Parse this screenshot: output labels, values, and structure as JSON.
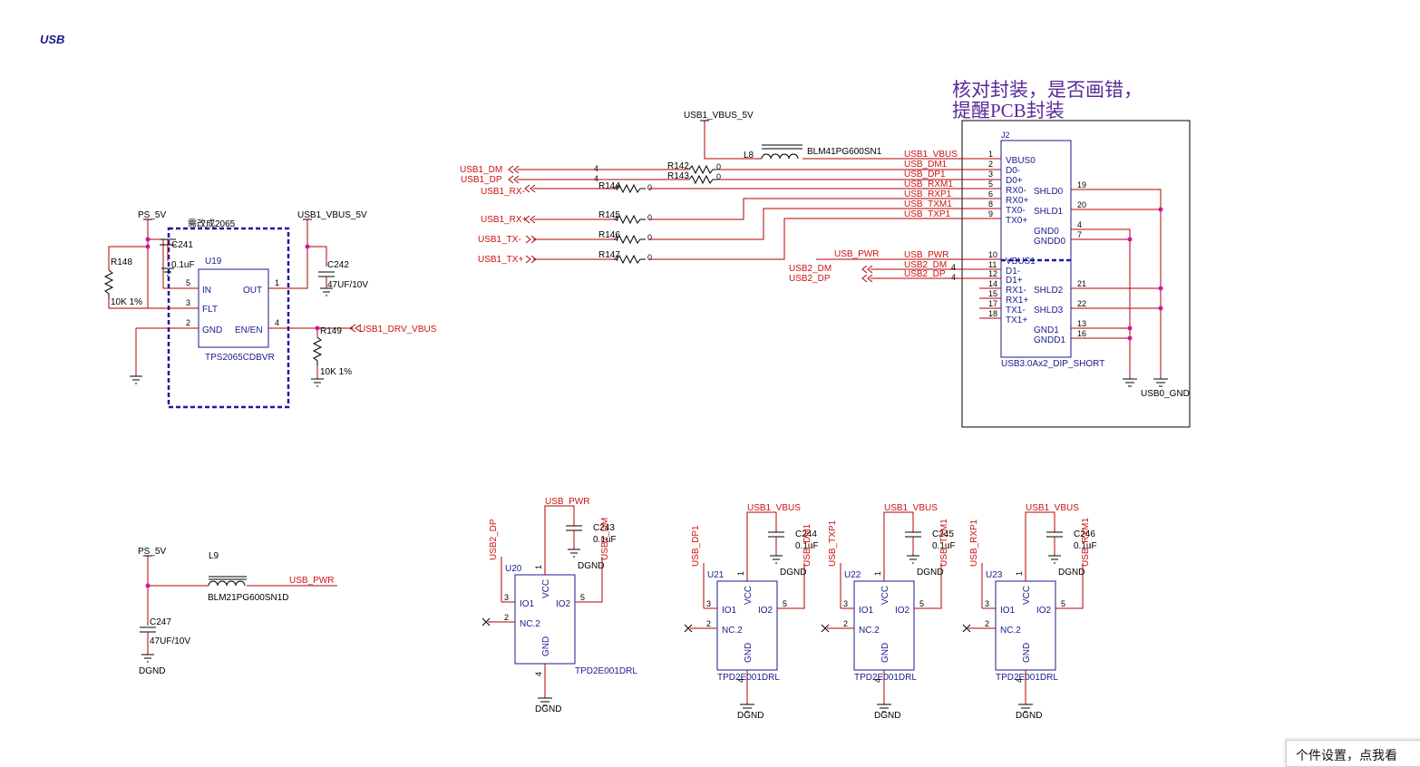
{
  "sheet": {
    "title": "USB"
  },
  "note": {
    "line1": "核对封装，是否画错，",
    "line2": "提醒PCB封装"
  },
  "tooltip": {
    "text": "个件设置，点我看"
  },
  "power_switch": {
    "ref": "U19",
    "part": "TPS2065CDBVR",
    "comment": "需改成2065",
    "pins": {
      "in_num": "5",
      "in": "IN",
      "flt_num": "3",
      "flt": "FLT",
      "gnd_num": "2",
      "gnd": "GND",
      "out_num": "1",
      "out": "OUT",
      "en_num": "4",
      "en": "EN/EN"
    },
    "net_ps5v": "PS_5V",
    "net_vbus": "USB1_VBUS_5V",
    "net_drv": "USB1_DRV_VBUS",
    "c241_ref": "C241",
    "c241_val": "0.1uF",
    "c242_ref": "C242",
    "c242_val": "47UF/10V",
    "r148_ref": "R148",
    "r148_val": "10K 1%",
    "r149_ref": "R149",
    "r149_val": "10K 1%"
  },
  "filter": {
    "net_ps5v": "PS_5V",
    "l9_ref": "L9",
    "l9_part": "BLM21PG600SN1D",
    "net_usb_pwr": "USB_PWR",
    "c247_ref": "C247",
    "c247_val": "47UF/10V",
    "gnd": "DGND"
  },
  "connector": {
    "ref": "J2",
    "part": "USB3.0Ax2_DIP_SHORT",
    "vbus_net": "USB1_VBUS_5V",
    "l8_ref": "L8",
    "l8_part": "BLM41PG600SN1",
    "gnd_net": "USB0_GND",
    "usb_pwr": "USB_PWR",
    "left_pins": [
      {
        "num": "1",
        "label": "VBUS0",
        "net": "USB1_VBUS"
      },
      {
        "num": "2",
        "label": "D0-",
        "net": "USB_DM1"
      },
      {
        "num": "3",
        "label": "D0+",
        "net": "USB_DP1"
      },
      {
        "num": "5",
        "label": "RX0-",
        "net": "USB_RXM1"
      },
      {
        "num": "6",
        "label": "RX0+",
        "net": "USB_RXP1"
      },
      {
        "num": "8",
        "label": "TX0-",
        "net": "USB_TXM1"
      },
      {
        "num": "9",
        "label": "TX0+",
        "net": "USB_TXP1"
      },
      {
        "num": "10",
        "label": "VBUS1",
        "net": "USB_PWR"
      },
      {
        "num": "11",
        "label": "D1-",
        "net": "USB2_DM"
      },
      {
        "num": "12",
        "label": "D1+",
        "net": "USB2_DP"
      },
      {
        "num": "14",
        "label": "RX1-",
        "net": ""
      },
      {
        "num": "15",
        "label": "RX1+",
        "net": ""
      },
      {
        "num": "17",
        "label": "TX1-",
        "net": ""
      },
      {
        "num": "18",
        "label": "TX1+",
        "net": ""
      }
    ],
    "right_pins": [
      {
        "num": "19",
        "label": "SHLD0"
      },
      {
        "num": "20",
        "label": "SHLD1"
      },
      {
        "num": "4",
        "label": "GND0"
      },
      {
        "num": "7",
        "label": "GNDD0"
      },
      {
        "num": "21",
        "label": "SHLD2"
      },
      {
        "num": "22",
        "label": "SHLD3"
      },
      {
        "num": "13",
        "label": "GND1"
      },
      {
        "num": "16",
        "label": "GNDD1"
      }
    ]
  },
  "ports": {
    "usb1_dm": "USB1_DM",
    "usb1_dp": "USB1_DP",
    "usb1_rxm": "USB1_RX-",
    "usb1_rxp": "USB1_RX+",
    "usb1_txm": "USB1_TX-",
    "usb1_txp": "USB1_TX+",
    "usb2_dm": "USB2_DM",
    "usb2_dp": "USB2_DP",
    "pin4": "4",
    "zero": "0"
  },
  "resistors": [
    "R142",
    "R143",
    "R144",
    "R145",
    "R146",
    "R147"
  ],
  "esd": [
    {
      "ref": "U20",
      "part": "TPD2E001DRL",
      "supply": "USB_PWR",
      "cap_ref": "C243",
      "cap_val": "0.1uF",
      "net_io1": "USB2_DP",
      "net_io2": "USB2_DM"
    },
    {
      "ref": "U21",
      "part": "TPD2E001DRL",
      "supply": "USB1_VBUS",
      "cap_ref": "C244",
      "cap_val": "0.1uF",
      "net_io1": "USB_DP1",
      "net_io2": "USB_DM1"
    },
    {
      "ref": "U22",
      "part": "TPD2E001DRL",
      "supply": "USB1_VBUS",
      "cap_ref": "C245",
      "cap_val": "0.1uF",
      "net_io1": "USB_TXP1",
      "net_io2": "USB_TXM1"
    },
    {
      "ref": "U23",
      "part": "TPD2E001DRL",
      "supply": "USB1_VBUS",
      "cap_ref": "C246",
      "cap_val": "0.1uF",
      "net_io1": "USB_RXP1",
      "net_io2": "USB_RXM1"
    }
  ],
  "esd_pins": {
    "vcc": "VCC",
    "io1": "IO1",
    "io2": "IO2",
    "nc": "NC.2",
    "gnd": "GND",
    "n1": "1",
    "n2": "2",
    "n3": "3",
    "n4": "4",
    "n5": "5",
    "dgnd": "DGND"
  }
}
